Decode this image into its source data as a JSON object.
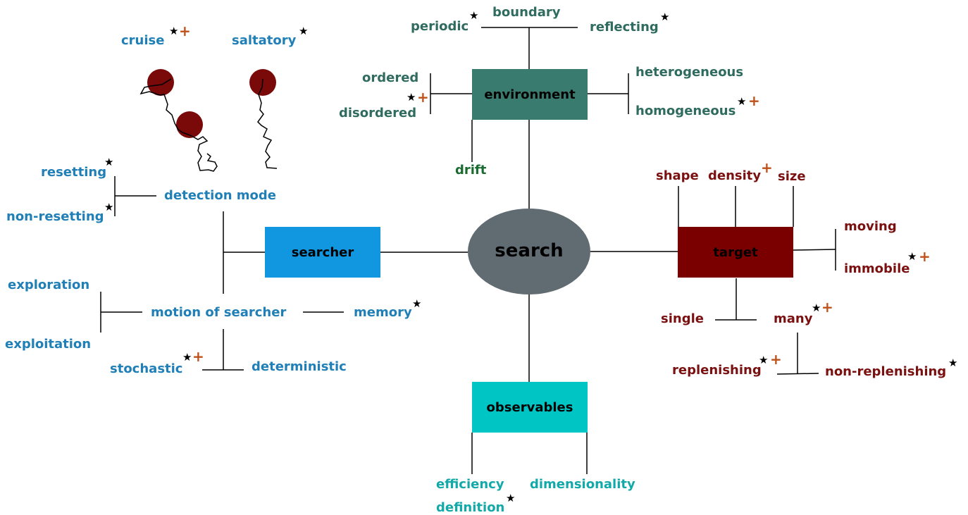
{
  "center": {
    "label": "search"
  },
  "boxes": {
    "environment": "environment",
    "searcher": "searcher",
    "target": "target",
    "observables": "observables"
  },
  "environment": {
    "boundary": "boundary",
    "periodic": "periodic",
    "reflecting": "reflecting",
    "ordered": "ordered",
    "disordered": "disordered",
    "heterogeneous": "heterogeneous",
    "homogeneous": "homogeneous",
    "drift": "drift"
  },
  "searcher": {
    "cruise": "cruise",
    "saltatory": "saltatory",
    "resetting": "resetting",
    "non_resetting": "non-resetting",
    "detection_mode": "detection mode",
    "exploration": "exploration",
    "exploitation": "exploitation",
    "motion": "motion of searcher",
    "memory": "memory",
    "stochastic": "stochastic",
    "deterministic": "deterministic"
  },
  "target": {
    "shape": "shape",
    "density": "density",
    "size": "size",
    "moving": "moving",
    "immobile": "immobile",
    "single": "single",
    "many": "many",
    "replenishing": "replenishing",
    "non_replenishing": "non-replenishing"
  },
  "observables": {
    "efficiency": "efficiency",
    "dimensionality": "dimensionality",
    "definition": "definition"
  },
  "markers": {
    "star": "★",
    "plus": "+"
  },
  "colors": {
    "environment_box": "#3a7b70",
    "searcher_box": "#1196e0",
    "target_box": "#7a0000",
    "observables_box": "#00c5c5",
    "center_ellipse": "#616b72",
    "target_blob": "#7a0a0a",
    "plus_marker": "#c0501a"
  }
}
